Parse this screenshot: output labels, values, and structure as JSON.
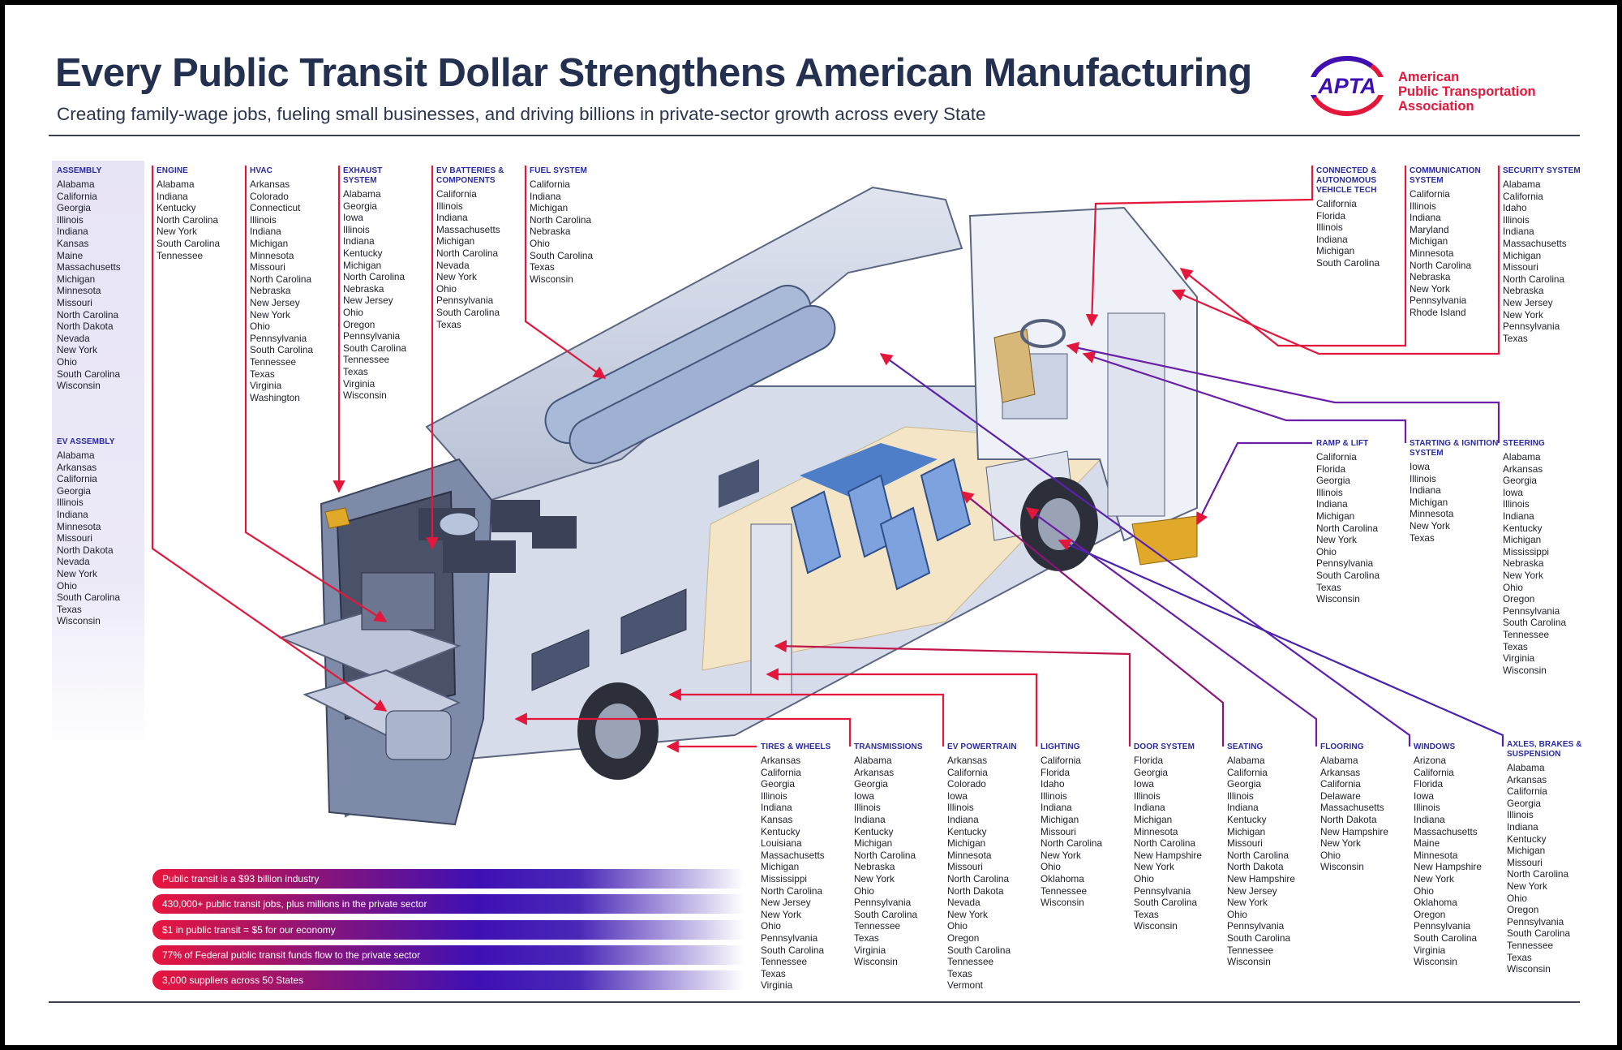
{
  "header": {
    "title": "Every Public Transit Dollar Strengthens American Manufacturing",
    "subtitle": "Creating family-wage jobs, fueling small businesses, and driving billions in private-sector growth across every State"
  },
  "logo": {
    "mark": "APTA",
    "org_lines": [
      "American",
      "Public Transportation",
      "Association"
    ]
  },
  "colors": {
    "navy": "#23304f",
    "brand_red": "#e3173b",
    "purple": "#3e10b4",
    "heading_blue": "#2a2a9e"
  },
  "left_columns": [
    {
      "heading": "ASSEMBLY",
      "states": [
        "Alabama",
        "California",
        "Georgia",
        "Illinois",
        "Indiana",
        "Kansas",
        "Maine",
        "Massachusetts",
        "Michigan",
        "Minnesota",
        "Missouri",
        "North Carolina",
        "North Dakota",
        "Nevada",
        "New York",
        "Ohio",
        "South Carolina",
        "Wisconsin"
      ]
    },
    {
      "heading": "EV ASSEMBLY",
      "states": [
        "Alabama",
        "Arkansas",
        "California",
        "Georgia",
        "Illinois",
        "Indiana",
        "Minnesota",
        "Missouri",
        "North Dakota",
        "Nevada",
        "New York",
        "Ohio",
        "South Carolina",
        "Texas",
        "Wisconsin"
      ]
    }
  ],
  "top_columns": [
    {
      "heading": "ENGINE",
      "states": [
        "Alabama",
        "Indiana",
        "Kentucky",
        "North Carolina",
        "New York",
        "South Carolina",
        "Tennessee"
      ]
    },
    {
      "heading": "HVAC",
      "states": [
        "Arkansas",
        "Colorado",
        "Connecticut",
        "Illinois",
        "Indiana",
        "Michigan",
        "Minnesota",
        "Missouri",
        "North Carolina",
        "Nebraska",
        "New Jersey",
        "New York",
        "Ohio",
        "Pennsylvania",
        "South Carolina",
        "Tennessee",
        "Texas",
        "Virginia",
        "Washington"
      ]
    },
    {
      "heading": "EXHAUST SYSTEM",
      "states": [
        "Alabama",
        "Georgia",
        "Iowa",
        "Illinois",
        "Indiana",
        "Kentucky",
        "Michigan",
        "North Carolina",
        "Nebraska",
        "New Jersey",
        "Ohio",
        "Oregon",
        "Pennsylvania",
        "South Carolina",
        "Tennessee",
        "Texas",
        "Virginia",
        "Wisconsin"
      ]
    },
    {
      "heading": "EV BATTERIES & COMPONENTS",
      "states": [
        "California",
        "Illinois",
        "Indiana",
        "Massachusetts",
        "Michigan",
        "North Carolina",
        "Nevada",
        "New York",
        "Ohio",
        "Pennsylvania",
        "South Carolina",
        "Texas"
      ]
    },
    {
      "heading": "FUEL SYSTEM",
      "states": [
        "California",
        "Indiana",
        "Michigan",
        "North Carolina",
        "Nebraska",
        "Ohio",
        "South Carolina",
        "Texas",
        "Wisconsin"
      ]
    }
  ],
  "right_top_columns": [
    {
      "heading": "CONNECTED & AUTONOMOUS VEHICLE TECH",
      "states": [
        "California",
        "Florida",
        "Illinois",
        "Indiana",
        "Michigan",
        "South Carolina"
      ]
    },
    {
      "heading": "COMMUNICATION SYSTEM",
      "states": [
        "California",
        "Illinois",
        "Indiana",
        "Maryland",
        "Michigan",
        "Minnesota",
        "North Carolina",
        "Nebraska",
        "New York",
        "Pennsylvania",
        "Rhode Island"
      ]
    },
    {
      "heading": "SECURITY SYSTEM",
      "states": [
        "Alabama",
        "California",
        "Idaho",
        "Illinois",
        "Indiana",
        "Massachusetts",
        "Michigan",
        "Missouri",
        "North Carolina",
        "Nebraska",
        "New Jersey",
        "New York",
        "Pennsylvania",
        "Texas"
      ]
    }
  ],
  "right_mid_columns": [
    {
      "heading": "RAMP & LIFT",
      "states": [
        "California",
        "Florida",
        "Georgia",
        "Illinois",
        "Indiana",
        "Michigan",
        "North Carolina",
        "New York",
        "Ohio",
        "Pennsylvania",
        "South Carolina",
        "Texas",
        "Wisconsin"
      ]
    },
    {
      "heading": "STARTING & IGNITION SYSTEM",
      "states": [
        "Iowa",
        "Illinois",
        "Indiana",
        "Michigan",
        "Minnesota",
        "New York",
        "Texas"
      ]
    },
    {
      "heading": "STEERING",
      "states": [
        "Alabama",
        "Arkansas",
        "Georgia",
        "Iowa",
        "Illinois",
        "Indiana",
        "Kentucky",
        "Michigan",
        "Mississippi",
        "Nebraska",
        "New York",
        "Ohio",
        "Oregon",
        "Pennsylvania",
        "South Carolina",
        "Tennessee",
        "Texas",
        "Virginia",
        "Wisconsin"
      ]
    }
  ],
  "bottom_columns": [
    {
      "heading": "TIRES & WHEELS",
      "states": [
        "Arkansas",
        "California",
        "Georgia",
        "Illinois",
        "Indiana",
        "Kansas",
        "Kentucky",
        "Louisiana",
        "Massachusetts",
        "Michigan",
        "Mississippi",
        "North Carolina",
        "New Jersey",
        "New York",
        "Ohio",
        "Pennsylvania",
        "South Carolina",
        "Tennessee",
        "Texas",
        "Virginia"
      ]
    },
    {
      "heading": "TRANSMISSIONS",
      "states": [
        "Alabama",
        "Arkansas",
        "Georgia",
        "Iowa",
        "Illinois",
        "Indiana",
        "Kentucky",
        "Michigan",
        "North Carolina",
        "Nebraska",
        "New York",
        "Ohio",
        "Pennsylvania",
        "South Carolina",
        "Tennessee",
        "Texas",
        "Virginia",
        "Wisconsin"
      ]
    },
    {
      "heading": "EV POWERTRAIN",
      "states": [
        "Arkansas",
        "California",
        "Colorado",
        "Iowa",
        "Illinois",
        "Indiana",
        "Kentucky",
        "Michigan",
        "Minnesota",
        "Missouri",
        "North Carolina",
        "North Dakota",
        "Nevada",
        "New York",
        "Ohio",
        "Oregon",
        "South Carolina",
        "Tennessee",
        "Texas",
        "Vermont"
      ]
    },
    {
      "heading": "LIGHTING",
      "states": [
        "California",
        "Florida",
        "Idaho",
        "Illinois",
        "Indiana",
        "Michigan",
        "Missouri",
        "North Carolina",
        "New York",
        "Ohio",
        "Oklahoma",
        "Tennessee",
        "Wisconsin"
      ]
    },
    {
      "heading": "DOOR SYSTEM",
      "states": [
        "Florida",
        "Georgia",
        "Iowa",
        "Illinois",
        "Indiana",
        "Michigan",
        "Minnesota",
        "North Carolina",
        "New Hampshire",
        "New York",
        "Ohio",
        "Pennsylvania",
        "South Carolina",
        "Texas",
        "Wisconsin"
      ]
    },
    {
      "heading": "SEATING",
      "states": [
        "Alabama",
        "California",
        "Georgia",
        "Illinois",
        "Indiana",
        "Kentucky",
        "Michigan",
        "Missouri",
        "North Carolina",
        "North Dakota",
        "New Hampshire",
        "New Jersey",
        "New York",
        "Ohio",
        "Pennsylvania",
        "South Carolina",
        "Tennessee",
        "Wisconsin"
      ]
    },
    {
      "heading": "FLOORING",
      "states": [
        "Alabama",
        "Arkansas",
        "California",
        "Delaware",
        "Massachusetts",
        "North Dakota",
        "New Hampshire",
        "New York",
        "Ohio",
        "Wisconsin"
      ]
    },
    {
      "heading": "WINDOWS",
      "states": [
        "Arizona",
        "California",
        "Florida",
        "Iowa",
        "Illinois",
        "Indiana",
        "Massachusetts",
        "Maine",
        "Minnesota",
        "New Hampshire",
        "New York",
        "Ohio",
        "Oklahoma",
        "Oregon",
        "Pennsylvania",
        "South Carolina",
        "Virginia",
        "Wisconsin"
      ]
    },
    {
      "heading": "AXLES, BRAKES & SUSPENSION",
      "states": [
        "Alabama",
        "Arkansas",
        "California",
        "Georgia",
        "Illinois",
        "Indiana",
        "Kentucky",
        "Michigan",
        "Missouri",
        "North Carolina",
        "New York",
        "Ohio",
        "Oregon",
        "Pennsylvania",
        "South Carolina",
        "Tennessee",
        "Texas",
        "Wisconsin"
      ]
    }
  ],
  "stats": [
    "Public transit is a $93 billion industry",
    "430,000+ public transit jobs, plus millions in the private sector",
    "$1 in public transit = $5 for our economy",
    "77% of Federal public transit funds flow to the private sector",
    "3,000 suppliers across 50 States"
  ]
}
